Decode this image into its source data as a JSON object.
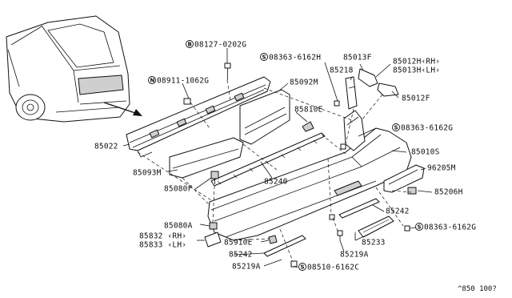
{
  "callouts": {
    "c08127": {
      "symbol": "B",
      "code": "08127-0202G"
    },
    "c08911": {
      "symbol": "N",
      "code": "08911-1062G"
    },
    "c08363a": {
      "symbol": "S",
      "code": "08363-6162H"
    },
    "c08363b": {
      "symbol": "S",
      "code": "08363-6162G"
    },
    "c08363c": {
      "symbol": "S",
      "code": "08363-6162G"
    },
    "c08510": {
      "symbol": "S",
      "code": "08510-6162C"
    }
  },
  "labels": {
    "p85013F": "85013F",
    "p85012H": "85012H‹RH›",
    "p85013H": "85013H‹LH›",
    "p85218": "85218",
    "p85092M": "85092M",
    "p85012F": "85012F",
    "p85810E": "85810E",
    "p85022": "85022",
    "p85010S": "85010S",
    "p85093M": "85093M",
    "p96205M": "96205M",
    "p85240": "85240",
    "p85080F": "85080F",
    "p85206H": "85206H",
    "p85242a": "85242",
    "p85080A": "85080A",
    "p85832": "85832 ‹RH›",
    "p85833": "85833 ‹LH›",
    "p85910E": "85910E",
    "p85233": "85233",
    "p85242b": "85242",
    "p85219A_a": "85219A",
    "p85219A_b": "85219A"
  },
  "footer": {
    "ref": "^850 100?"
  }
}
